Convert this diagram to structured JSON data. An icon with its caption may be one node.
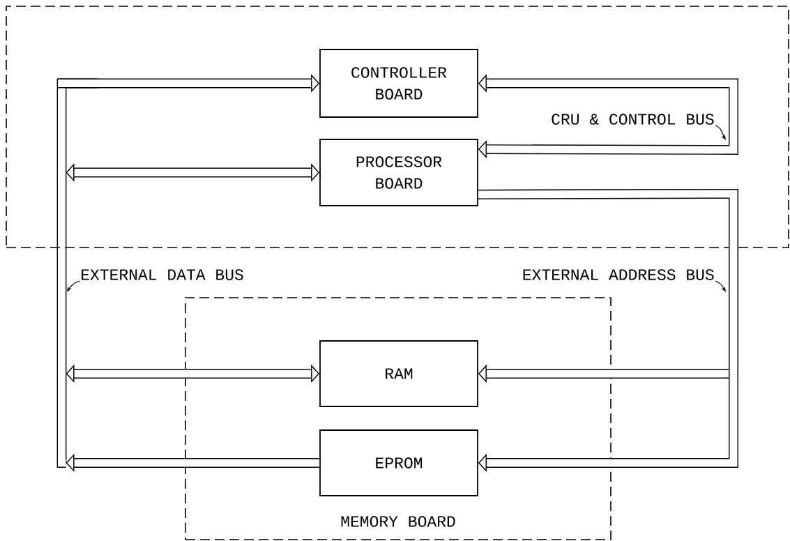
{
  "diagram": {
    "nodes": [
      {
        "text": [],
        "shape": "box"
      },
      {
        "text": [
          "CONTROLLER BOARD"
        ],
        "in": 0
      },
      {
        "text": [
          "PROCESSOR BOARD"
        ],
        "in": 0
      },
      {
        "text": [
          "MEMORY BOARD"
        ]
      },
      {
        "text": [
          "RAM"
        ],
        "in": 3
      },
      {
        "text": [
          "EPROM"
        ],
        "in": 3
      },
      {
        "text": [
          "CRU & CONTROL BUS"
        ],
        "in": 0
      },
      {
        "text": [
          "EXTERNAL DATA BUS"
        ]
      },
      {
        "text": [
          "EXTERNAL ADDRESS BUS"
        ]
      }
    ],
    "edges": [
      {
        "from": null,
        "to": 1,
        "arrow": "to"
      },
      {
        "from": 2,
        "to": null,
        "arrow": "both"
      },
      {
        "from": 4,
        "to": null,
        "arrow": "both"
      },
      {
        "from": 5,
        "to": null,
        "arrow": "to"
      },
      {
        "from": 1,
        "to": 2,
        "arrow": "both"
      },
      {
        "from": 2,
        "to": 4,
        "arrow": "to"
      },
      {
        "from": 2,
        "to": 5,
        "arrow": "to"
      },
      {
        "from": 6,
        "to": null,
        "arrow": "to"
      },
      {
        "from": 7,
        "to": null,
        "arrow": "to"
      },
      {
        "from": 8,
        "to": null,
        "arrow": "to"
      }
    ]
  }
}
